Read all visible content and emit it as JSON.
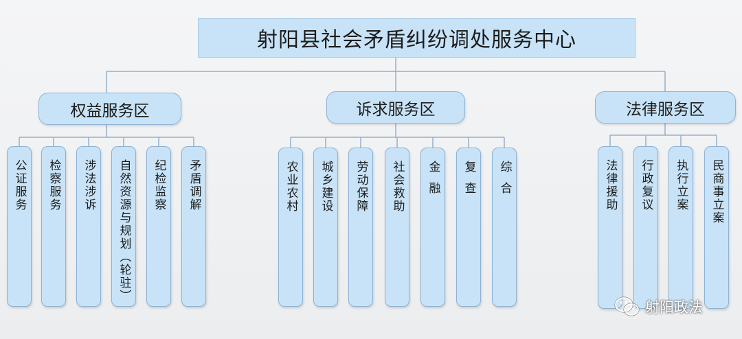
{
  "title": "射阳县社会矛盾纠纷调处服务中心",
  "zones": [
    {
      "label": "权益服务区",
      "items": [
        "公证服务",
        "检察服务",
        "涉法涉诉",
        "自然资源与规划（轮驻）",
        "纪检监察",
        "矛盾调解"
      ]
    },
    {
      "label": "诉求服务区",
      "items": [
        "农业农村",
        "城乡建设",
        "劳动保障",
        "社会救助",
        "金融",
        "复查",
        "综合"
      ]
    },
    {
      "label": "法律服务区",
      "items": [
        "法律援助",
        "行政复议",
        "执行立案",
        "民商事立案"
      ]
    }
  ],
  "watermark": {
    "text": "射阳政法",
    "icon": "wechat-icon"
  },
  "colors": {
    "box_fill": "#c8e3f7",
    "box_border": "#8fb2d3",
    "line": "#98afc6",
    "background": "#f0f1f3"
  }
}
